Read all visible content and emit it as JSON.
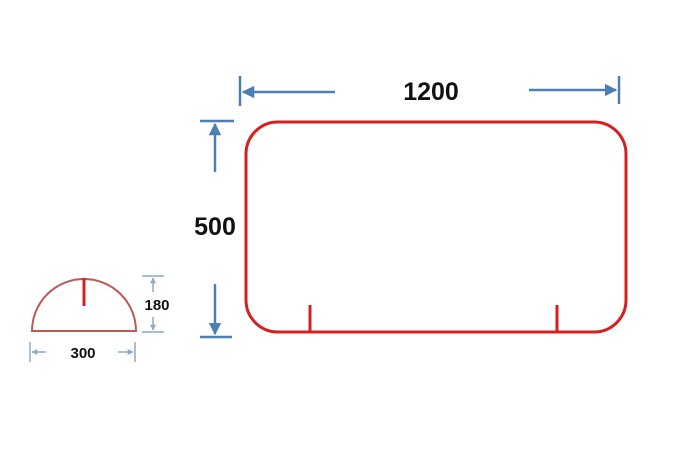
{
  "colors": {
    "outline_red": "#d42020",
    "semicircle_outline": "#b85a5a",
    "arrow_blue": "#4a7fb5",
    "small_arrow_blue": "#8aaac8",
    "text": "#111111"
  },
  "main_shape": {
    "width_label": "1200",
    "height_label": "500"
  },
  "semicircle": {
    "width_label": "300",
    "height_label": "180"
  }
}
